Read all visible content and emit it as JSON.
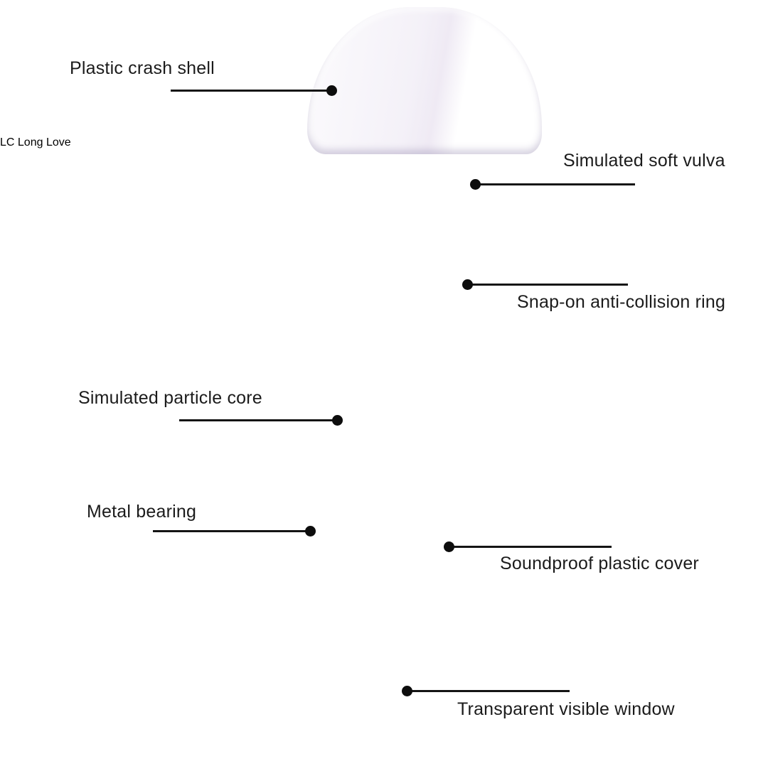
{
  "diagram": {
    "background": "#ffffff",
    "text_color": "#1b1b1b",
    "labels": [
      {
        "id": "plastic-crash-shell",
        "text": "Plastic crash shell"
      },
      {
        "id": "simulated-soft-vulva",
        "text": "Simulated soft vulva"
      },
      {
        "id": "snap-on-anti-collision-ring",
        "text": "Snap-on anti-collision ring"
      },
      {
        "id": "simulated-particle-core",
        "text": "Simulated particle core"
      },
      {
        "id": "metal-bearing",
        "text": "Metal bearing"
      },
      {
        "id": "soundproof-plastic-cover",
        "text": "Soundproof plastic cover"
      },
      {
        "id": "transparent-visible-window",
        "text": "Transparent visible window"
      }
    ],
    "logo": {
      "monogram": "LC",
      "script": "Long Love"
    },
    "colors": {
      "shell_purple": "#a892cc",
      "pad_salmon": "#f4b29a",
      "ring_pink": "#e884b2",
      "core_dark": "#201f24",
      "particle_purple": "#8a52bc",
      "body_lavender": "#d9c7ee",
      "window_purple": "#5c2a9e",
      "logo_blue": "#2c2ca4",
      "callout_black": "#141414"
    }
  }
}
